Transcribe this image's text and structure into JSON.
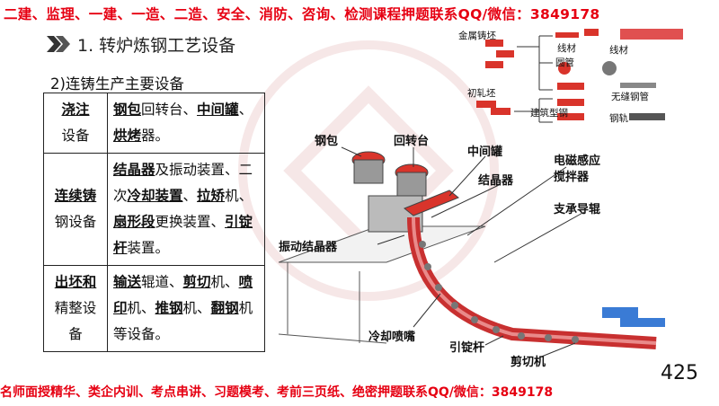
{
  "banner_top": "二建、监理、一建、一造、二造、安全、消防、咨询、检测课程押题联系QQ/微信：3849178",
  "banner_bottom": "名师面授精华、类企内训、考点串讲、习题模考、考前三页纸、绝密押题联系QQ/微信：3849178",
  "heading": "1. 转炉炼钢工艺设备",
  "subheading": "2)连铸生产主要设备",
  "table": {
    "rows": [
      {
        "cat_a": "浇注",
        "cat_b": "设备",
        "desc": [
          [
            "钢包",
            true
          ],
          [
            "回转台、",
            false
          ],
          [
            "中间",
            true
          ],
          [
            "罐",
            true
          ],
          [
            "、",
            false
          ],
          [
            "烘烤",
            true
          ],
          [
            "器。",
            false
          ]
        ]
      },
      {
        "cat_a": "连续铸",
        "cat_b": "钢设备",
        "desc": [
          [
            "结晶器",
            true
          ],
          [
            "及振动装置、二次",
            false
          ],
          [
            "冷却装置",
            true
          ],
          [
            "、",
            false
          ],
          [
            "拉矫",
            true
          ],
          [
            "机、",
            false
          ],
          [
            "扇形段",
            true
          ],
          [
            "更换装置、",
            false
          ],
          [
            "引锭杆",
            true
          ],
          [
            "装置。",
            false
          ]
        ]
      },
      {
        "cat_a": "出坯和",
        "cat_b": "精整设备",
        "desc": [
          [
            "输送",
            true
          ],
          [
            "辊道、",
            false
          ],
          [
            "剪切",
            true
          ],
          [
            "机、",
            false
          ],
          [
            "喷印",
            true
          ],
          [
            "机、",
            false
          ],
          [
            "推钢",
            true
          ],
          [
            "机、",
            false
          ],
          [
            "翻钢",
            true
          ],
          [
            "机等设备。",
            false
          ]
        ]
      }
    ]
  },
  "diagram_labels": {
    "ladle": "钢包",
    "turret": "回转台",
    "tundish": "中间罐",
    "mold": "结晶器",
    "ems": "电磁感应",
    "ems2": "搅拌器",
    "support": "支承导辊",
    "oscillator": "振动结晶器",
    "spray": "冷却喷嘴",
    "dummy": "引锭杆",
    "shear": "剪切机"
  },
  "product_labels": {
    "billet": "金属铸坯",
    "bloom": "初轧坯",
    "wire1": "线材",
    "wire2": "线材",
    "tube": "圆管",
    "seamless": "无缝钢管",
    "section": "建筑型钢",
    "rail": "钢轨"
  },
  "page_number": "425",
  "colors": {
    "banner": "#e60012",
    "steel": "#d9342b"
  }
}
